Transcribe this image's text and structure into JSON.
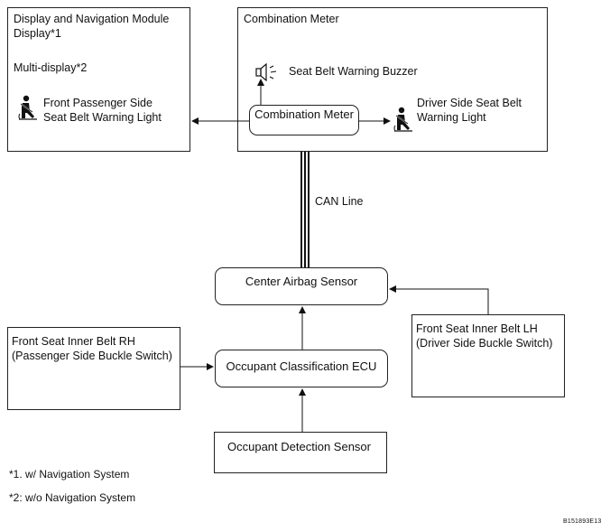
{
  "display_module": {
    "title_line1": "Display and Navigation Module",
    "title_line2": "Display*1",
    "multi_display": "Multi-display*2",
    "passenger_light_line1": "Front Passenger Side",
    "passenger_light_line2": "Seat Belt Warning Light"
  },
  "combination_meter": {
    "title": "Combination Meter",
    "buzzer": "Seat Belt Warning Buzzer",
    "inner_box": "Combination Meter",
    "driver_light_line1": "Driver Side Seat Belt",
    "driver_light_line2": "Warning Light"
  },
  "can_line": "CAN Line",
  "center_airbag_sensor": "Center Airbag Sensor",
  "inner_belt_rh": {
    "line1": "Front Seat Inner Belt RH",
    "line2": "(Passenger Side Buckle Switch)"
  },
  "inner_belt_lh": {
    "line1": "Front Seat Inner Belt LH",
    "line2": "(Driver Side Buckle Switch)"
  },
  "occupant_ecu": "Occupant Classification ECU",
  "occupant_sensor": "Occupant Detection Sensor",
  "notes": {
    "note1": "*1. w/ Navigation System",
    "note2": "*2: w/o Navigation System"
  },
  "figure_code": "B151893E13",
  "icons": [
    "seatbelt-warning-icon",
    "buzzer-icon"
  ]
}
